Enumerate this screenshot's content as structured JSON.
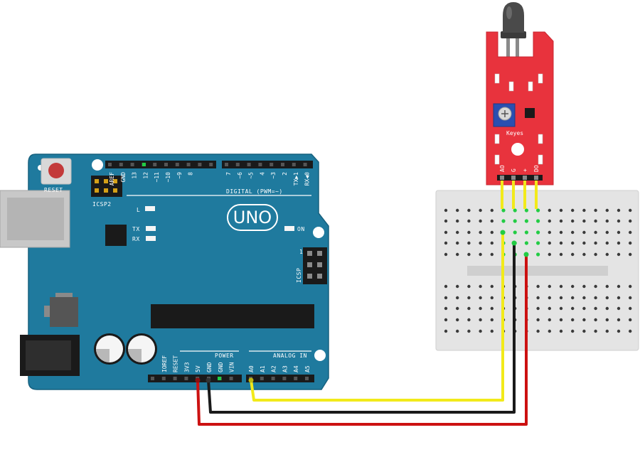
{
  "arduino": {
    "reset_label": "RESET",
    "icsp2_label": "ICSP2",
    "icsp_label": "ICSP",
    "icsp_pin1_label": "1",
    "l_label": "L",
    "tx_label": "TX",
    "rx_label": "RX",
    "on_label": "ON",
    "uno_label": "UNO",
    "digital_label": "DIGITAL (PWM=~)",
    "power_label": "POWER",
    "analog_label": "ANALOG IN",
    "top_pins": [
      "AREF",
      "GND",
      "13",
      "12",
      "~11",
      "~10",
      "~9",
      "8",
      "7",
      "~6",
      "~5",
      "4",
      "~3",
      "2",
      "TX▶1",
      "RX◀0"
    ],
    "power_pins": [
      "IOREF",
      "RESET",
      "3V3",
      "5V",
      "GND",
      "GND",
      "VIN"
    ],
    "analog_pins": [
      "A0",
      "A1",
      "A2",
      "A3",
      "A4",
      "A5"
    ]
  },
  "sensor": {
    "brand": "Keyes",
    "pins": [
      "AO",
      "G",
      "+",
      "DO"
    ]
  },
  "colors": {
    "board": "#1f7a9e",
    "sensor": "#e8333d",
    "wire_yellow": "#f2ea1a",
    "wire_black": "#1a1a1a",
    "wire_red": "#cc1111"
  }
}
